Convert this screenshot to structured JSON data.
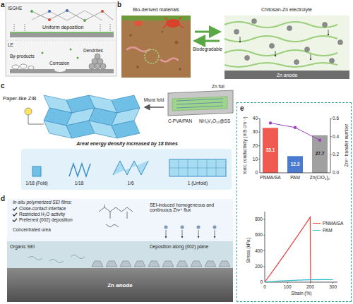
{
  "diagram": {
    "nodes": [
      {
        "text": [
          "Zn anode"
        ]
      },
      {
        "text": [
          "Zn anode"
        ]
      },
      {
        "text": [
          "e"
        ]
      }
    ],
    "labels": [
      "a",
      "ISGHE",
      "Uniform deposition",
      "LE",
      "By-products",
      "Corrosion",
      "Dendrites",
      "b",
      "Bio-derived materials",
      "Chitosan-Zn electrolyte",
      "Biodegradable",
      "c",
      "Paper-like ZIB",
      "Miura fold",
      "Zn foil",
      "C-PVA/PAN",
      "NH₄V₄O₁₀@SS",
      "Areal energy density increased by 18 times",
      "1/18 (Fold)",
      "1/18",
      "1/6",
      "1 (Unfold)",
      "d",
      "In-situ polymerized SEI films:",
      "Close-contact interface",
      "Restricted H₂O activity",
      "Preferred (002) deposition",
      "Concentrated urea",
      "SEI-induced homogeneous and continuous Zn²⁺ flux",
      "Organic SEI",
      "Deposition along (002) plane",
      "33.1",
      "12.3",
      "27.7",
      "Ionic conductivity (mS cm⁻¹)",
      "Zn²⁺ transfer number",
      "PNMA/SA",
      "PAM",
      "Zn(ClO₄)₂",
      "0",
      "10",
      "20",
      "30",
      "40",
      "0.0",
      "0.2",
      "0.4",
      "0.6",
      "Stress (kPa)",
      "Strain (%)",
      "0",
      "200",
      "400",
      "600",
      "800",
      "0",
      "100",
      "200",
      "300"
    ],
    "legend": [
      {
        "text": "PNMA/SA"
      },
      {
        "text": "PAM"
      }
    ]
  }
}
